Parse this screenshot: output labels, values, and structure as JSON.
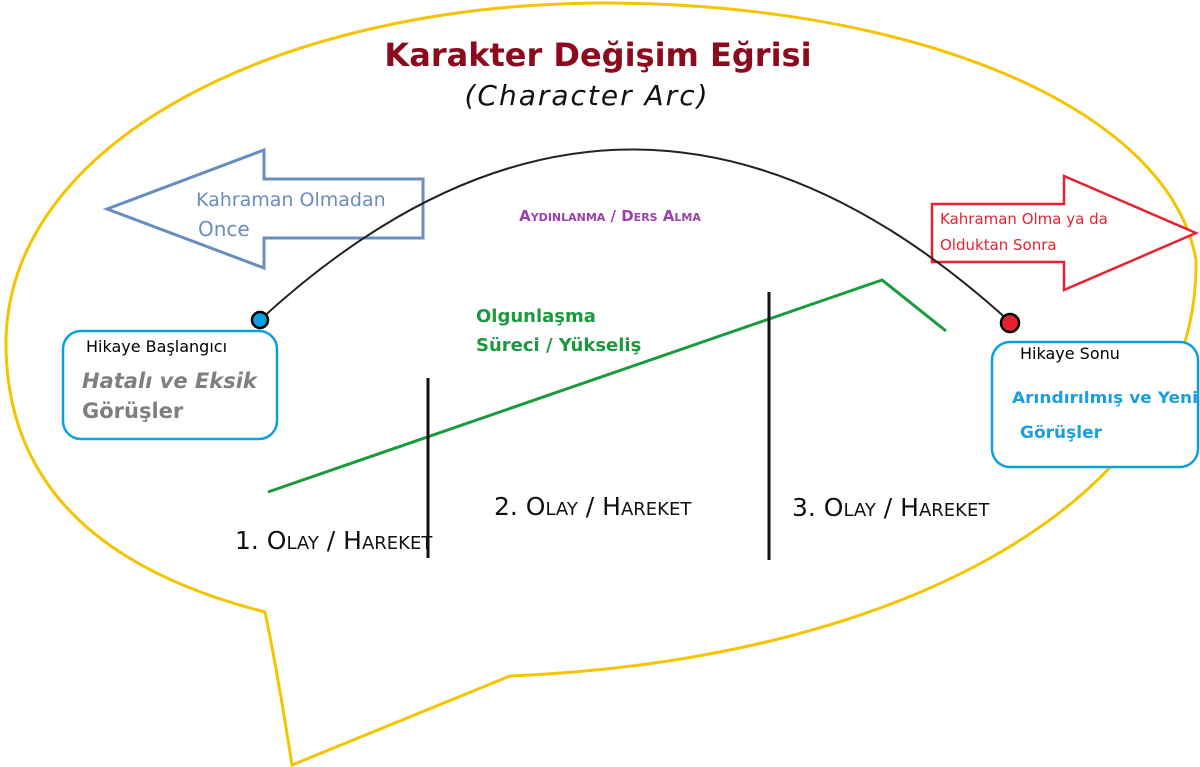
{
  "title": "Karakter Değişim Eğrisi",
  "subtitle": "(Character Arc)",
  "left_arrow": {
    "line1": "Kahraman Olmadan",
    "line2": "Once"
  },
  "right_arrow": {
    "line1": "Kahraman Olma ya da",
    "line2": "Olduktan Sonra"
  },
  "arc_label": "Aydınlanma / Ders Alma",
  "growth_label": {
    "line1": "Olgunlaşma",
    "line2": "Süreci / Yükseliş"
  },
  "start_box": {
    "heading": "Hikaye Başlangıcı",
    "line1": "Hatalı ve Eksik",
    "line2": "Görüşler"
  },
  "end_box": {
    "heading": "Hikaye Sonu",
    "line1": "Arındırılmış ve Yeni",
    "line2": "Görüşler"
  },
  "acts": [
    "1. Olay / Hareket",
    "2. Olay / Hareket",
    "3. Olay / Hareket"
  ],
  "colors": {
    "title": "#8b0a1e",
    "bubble": "#f5c400",
    "left_arrow": "#6b8cbf",
    "right_arrow": "#e8212e",
    "arc_label": "#9b3fb0",
    "growth": "#1a9a3c",
    "box": "#0aa0e0",
    "start_text": "#7f7f7f",
    "end_text": "#1a9ee0"
  }
}
